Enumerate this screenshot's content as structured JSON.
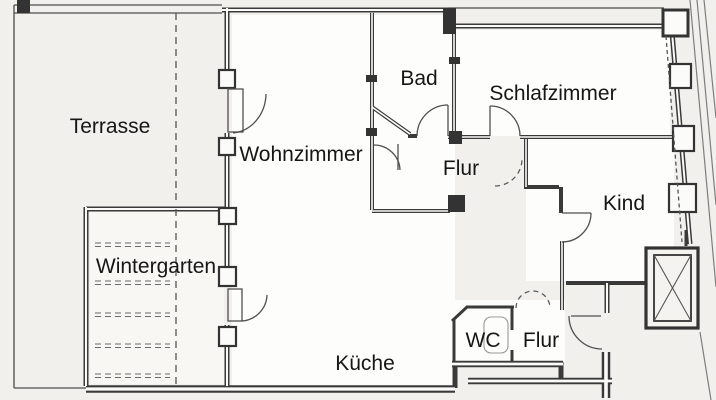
{
  "colors": {
    "background": "#f1f0ed",
    "room_fill": "#fdfdfb",
    "wintergarten_fill": "#f8f7f3",
    "ink": "#3a3a3a",
    "label": "#161616"
  },
  "rooms": {
    "terrasse": "Terrasse",
    "wohnzimmer": "Wohnzimmer",
    "bad": "Bad",
    "schlafzimmer": "Schlafzimmer",
    "flur": "Flur",
    "kind": "Kind",
    "wintergarten": "Wintergarten",
    "wc": "WC",
    "flur2": "Flur",
    "kueche": "Küche"
  }
}
